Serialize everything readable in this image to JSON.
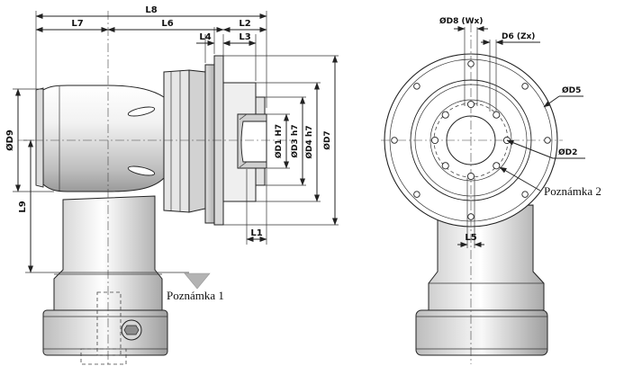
{
  "side_view": {
    "dims": {
      "L8": "L8",
      "L7": "L7",
      "L6": "L6",
      "L2": "L2",
      "L4": "L4",
      "L3": "L3",
      "L1": "L1",
      "L9": "L9",
      "D9": "ØD9",
      "D1": "ØD1 H7",
      "D3": "ØD3 h7",
      "D4": "ØD4 h7",
      "D7": "ØD7"
    },
    "note": "Poznámka 1"
  },
  "front_view": {
    "dims": {
      "D8": "ØD8 (Wx)",
      "D6": "D6 (Zx)",
      "D5": "ØD5",
      "D2": "ØD2",
      "L5": "L5"
    },
    "note": "Poznámka 2"
  }
}
